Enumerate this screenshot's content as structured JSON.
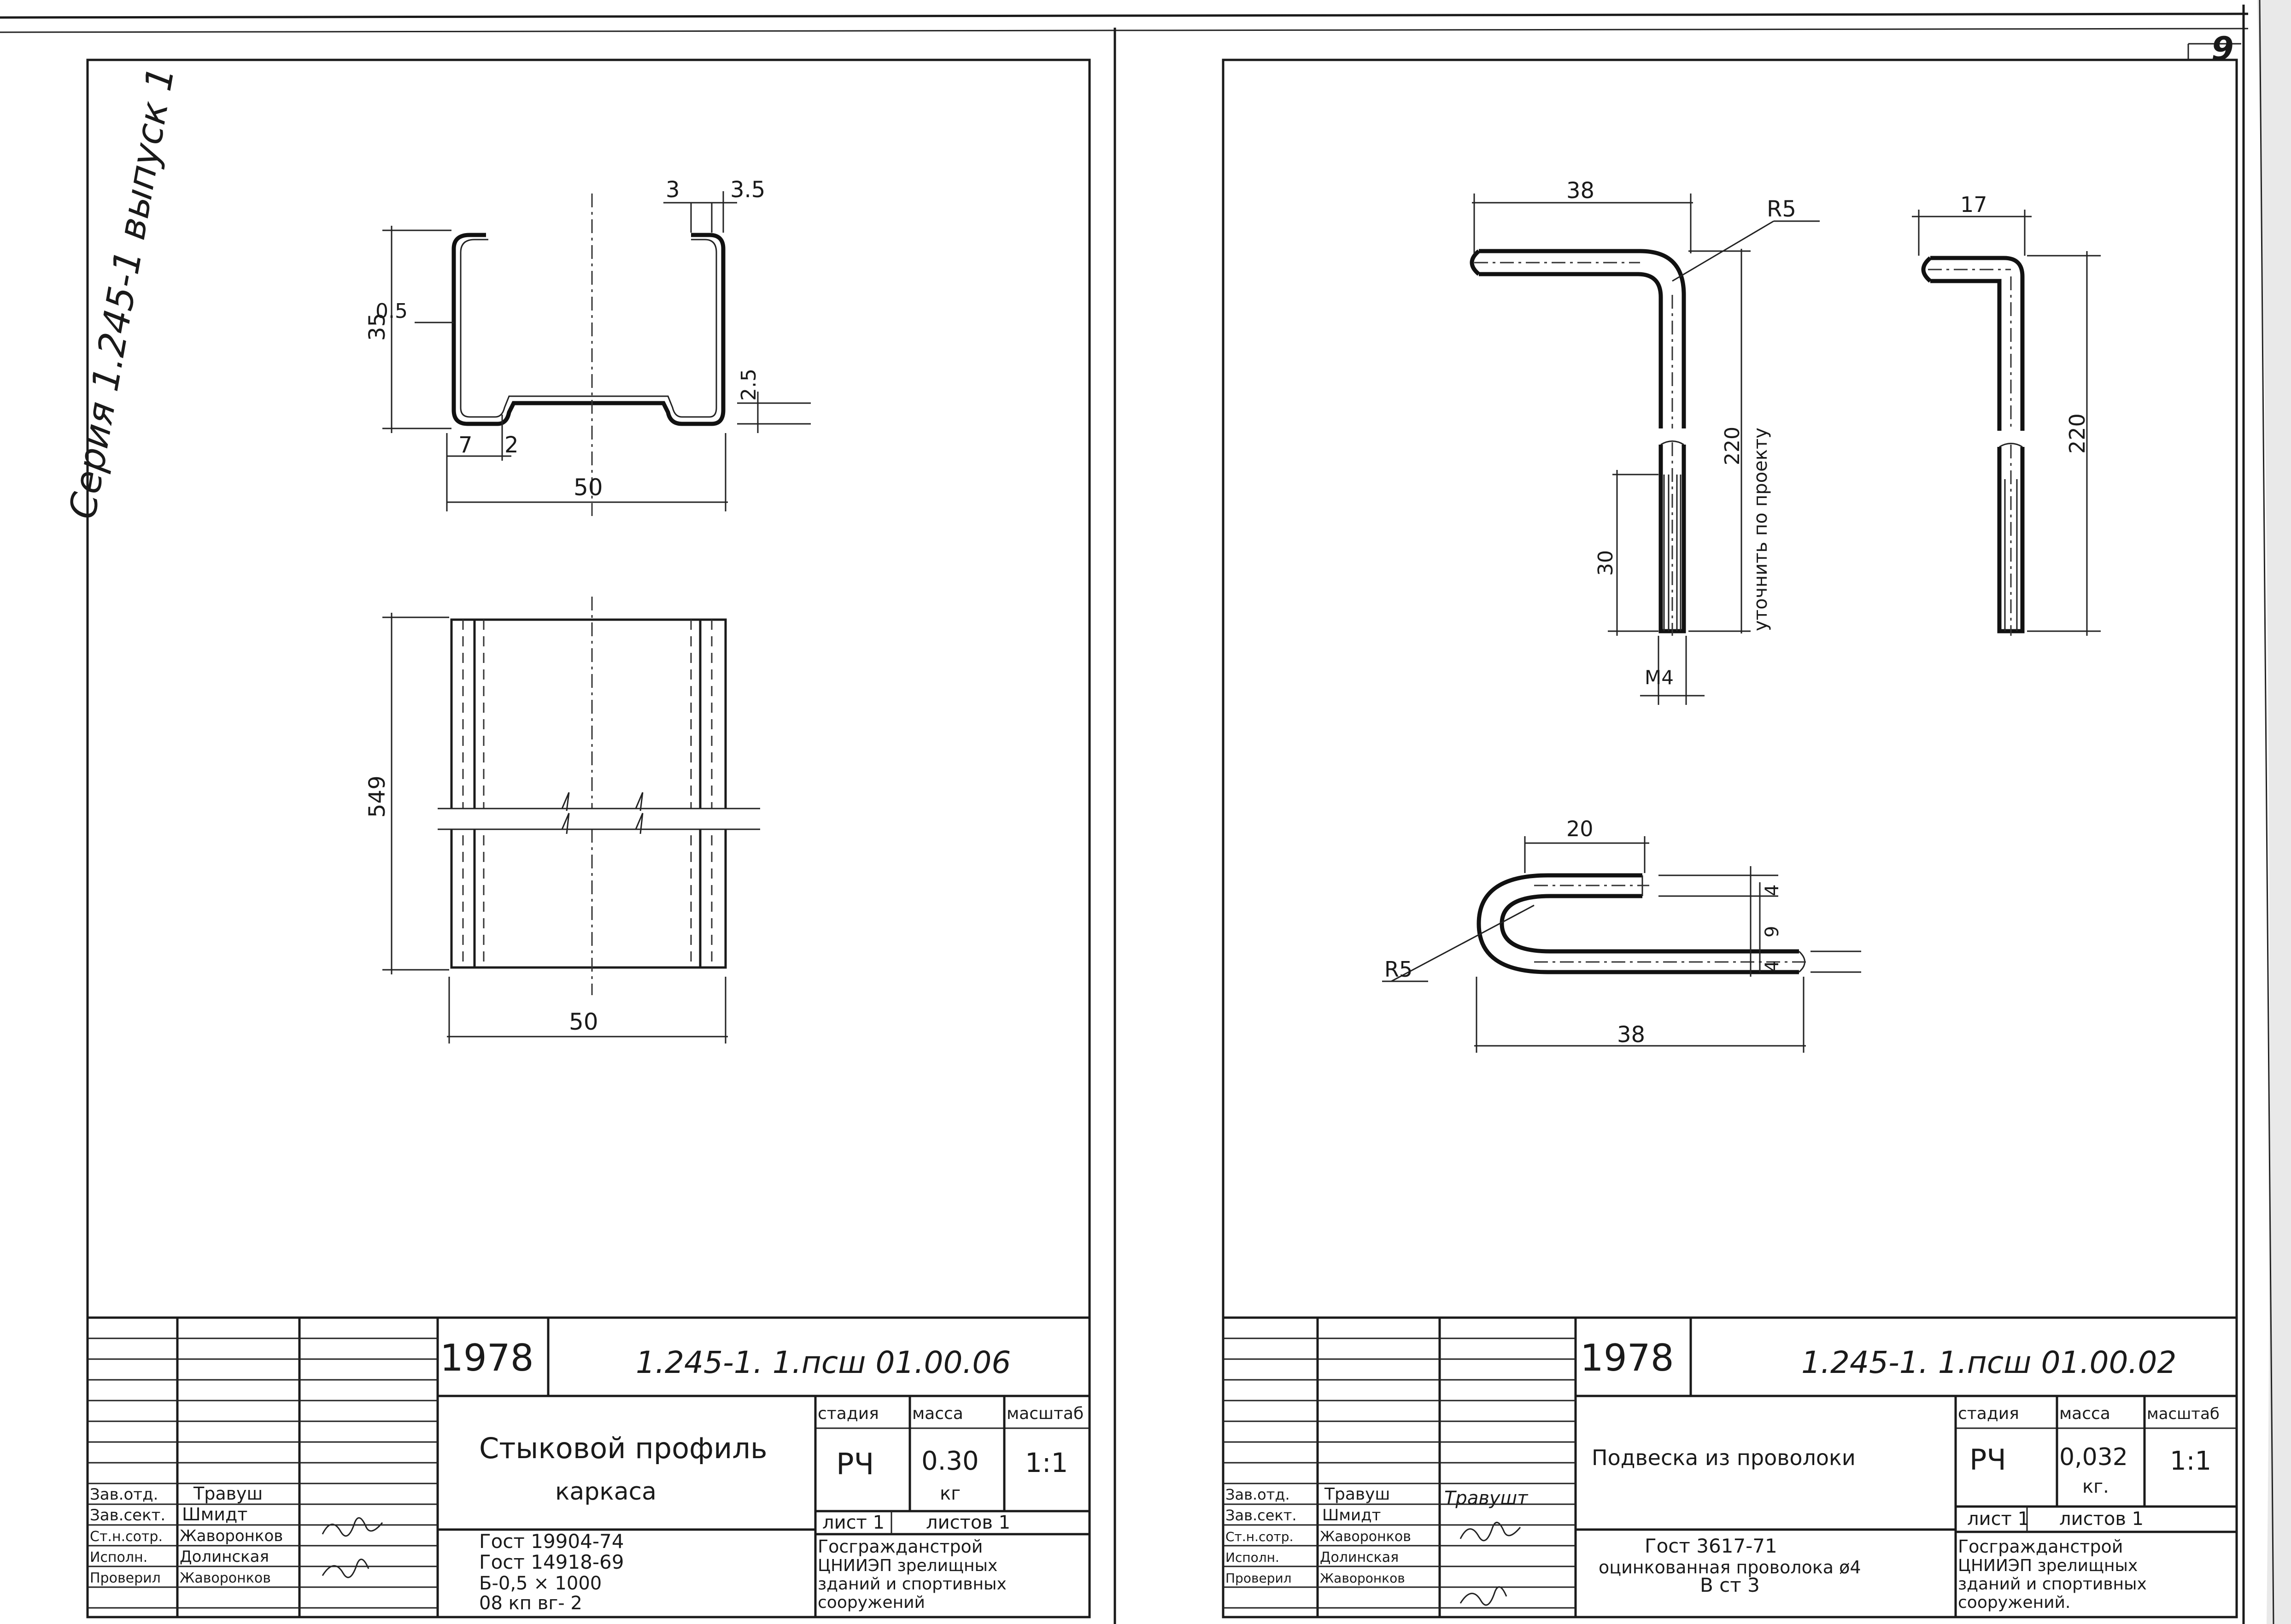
{
  "page_number": "9",
  "series_note": "Серия 1.245-1 выпуск 1",
  "left_sheet": {
    "profile_dims": {
      "d3": "3",
      "d3_5": "3.5",
      "d35": "35",
      "d0_5": "0.5",
      "d2_5": "2.5",
      "d7": "7",
      "d2": "2",
      "d50": "50"
    },
    "plan_dims": {
      "d549": "549",
      "d50": "50"
    },
    "title_block": {
      "year": "1978",
      "code": "1.245-1.  1.псш  01.00.06",
      "title_line1": "Стыковой  профиль",
      "title_line2": "каркаса",
      "stage_head": "стадия",
      "mass_head": "масса",
      "scale_head": "масштаб",
      "stage": "РЧ",
      "mass": "0.30",
      "mass_unit": "кг",
      "scale": "1:1",
      "sheet": "лист 1",
      "sheets": "листов 1",
      "gost_1": "Гост  19904-74",
      "gost_2": "Гост  14918-69",
      "gost_3": "Б-0,5 × 1000",
      "gost_4": "08 кп  вг- 2",
      "org_1": "Госгражданстрой",
      "org_2": "ЦНИИЭП зрелищных",
      "org_3": "зданий и спортивных",
      "org_4": "сооружений",
      "roles": [
        {
          "role": "Зав.отд.",
          "name": "Травуш"
        },
        {
          "role": "Зав.сект.",
          "name": "Шмидт"
        },
        {
          "role": "Ст.н.сотр.",
          "name": "Жаворонков"
        },
        {
          "role": "Исполн.",
          "name": "Долинская"
        },
        {
          "role": "Проверил",
          "name": "Жаворонков"
        }
      ]
    }
  },
  "right_sheet": {
    "hanger_dims": {
      "d38": "38",
      "r5": "R5",
      "d220": "220",
      "d30": "30",
      "m4": "М4",
      "note": "уточнить по проекту",
      "d17": "17",
      "d220b": "220"
    },
    "loop_dims": {
      "d20": "20",
      "r5": "R5",
      "d4a": "4",
      "d9": "9",
      "d4b": "4",
      "d38": "38"
    },
    "title_block": {
      "year": "1978",
      "code": "1.245-1.  1.псш  01.00.02",
      "title_line1": "Подвеска  из  проволоки",
      "stage_head": "стадия",
      "mass_head": "масса",
      "scale_head": "масштаб",
      "stage": "РЧ",
      "mass": "0,032",
      "mass_unit": "кг.",
      "scale": "1:1",
      "sheet": "лист 1",
      "sheets": "листов 1",
      "gost_1": "Гост  3617-71",
      "gost_2": "оцинкованная проволока ø4",
      "gost_3": "В ст 3",
      "org_1": "Госгражданстрой",
      "org_2": "ЦНИИЭП зрелищных",
      "org_3": "зданий и спортивных",
      "org_4": "сооружений.",
      "signature": "Травушт",
      "roles": [
        {
          "role": "Зав.отд.",
          "name": "Травуш"
        },
        {
          "role": "Зав.сект.",
          "name": "Шмидт"
        },
        {
          "role": "Ст.н.сотр.",
          "name": "Жаворонков"
        },
        {
          "role": "Исполн.",
          "name": "Долинская"
        },
        {
          "role": "Проверил",
          "name": "Жаворонков"
        }
      ]
    }
  }
}
